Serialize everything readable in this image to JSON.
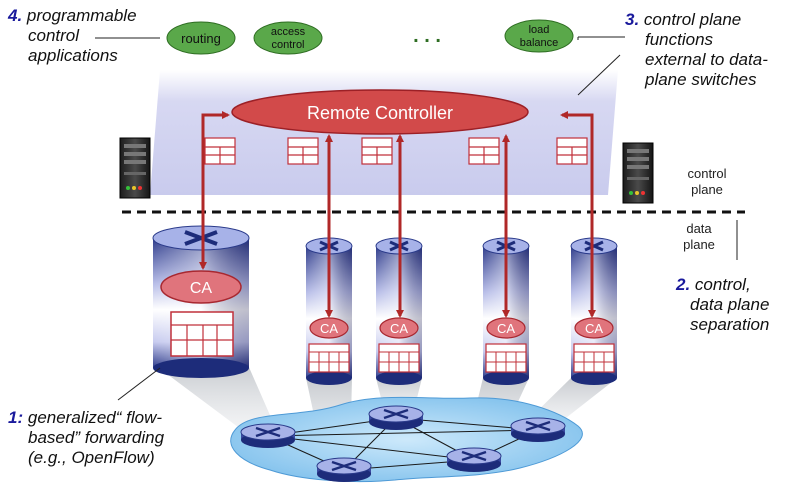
{
  "labels": {
    "programmable": {
      "num": "4.",
      "line1": "programmable",
      "line2": "control",
      "line3": "applications"
    },
    "control_external": {
      "num": "3.",
      "line1": "control plane",
      "line2": "functions",
      "line3": "external to data-",
      "line4": "plane switches"
    },
    "separation": {
      "num": "2.",
      "line1": "control,",
      "line2": "data plane",
      "line3": "separation"
    },
    "generalized": {
      "num": "1:",
      "line1": "generalized“ flow-",
      "line2": "based” forwarding",
      "line3": "(e.g., OpenFlow)"
    }
  },
  "apps": {
    "routing": "routing",
    "access_line1": "access",
    "access_line2": "control",
    "ellipsis": ". . .",
    "load_line1": "load",
    "load_line2": "balance"
  },
  "controller": "Remote Controller",
  "ca": "CA",
  "planes": {
    "control_line1": "control",
    "control_line2": "plane",
    "data_line1": "data",
    "data_line2": "plane"
  },
  "colors": {
    "app_green": "#5aa84a",
    "controller_red": "#d24a4a",
    "arrow_red": "#b02828",
    "band_lavender": "#cfd0ee",
    "network_blue": "#9ed0f2",
    "label_blue": "#1a1a9c"
  }
}
